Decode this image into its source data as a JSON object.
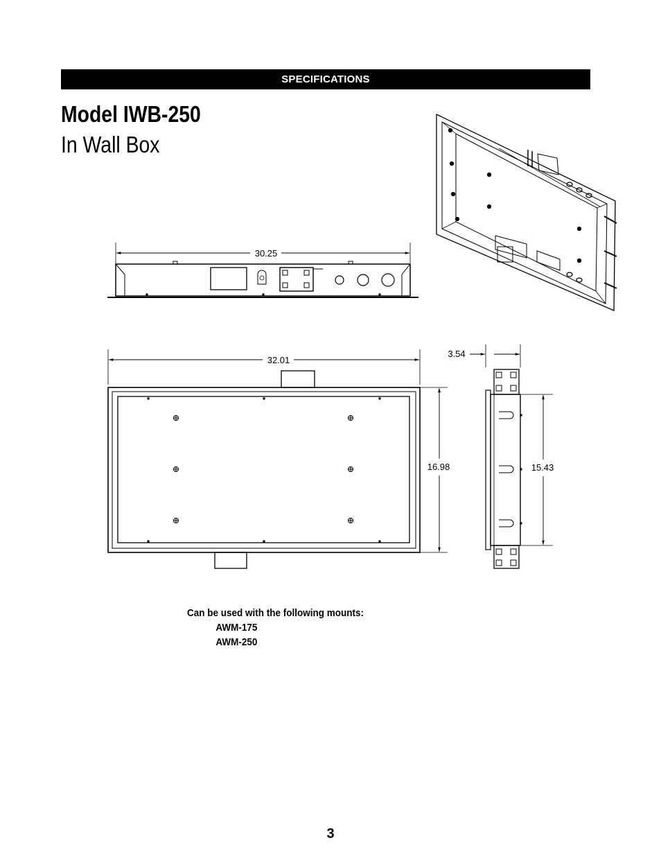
{
  "header": {
    "section_label": "SPECIFICATIONS"
  },
  "product": {
    "model": "Model IWB-250",
    "name": "In Wall Box"
  },
  "dimensions": {
    "top_width": "30.25",
    "front_width": "32.01",
    "front_height": "16.98",
    "side_depth": "3.54",
    "side_height": "15.43"
  },
  "mounts": {
    "heading": "Can be used with the following mounts:",
    "items": [
      "AWM-175",
      "AWM-250"
    ]
  },
  "footer": {
    "page_number": "3"
  }
}
